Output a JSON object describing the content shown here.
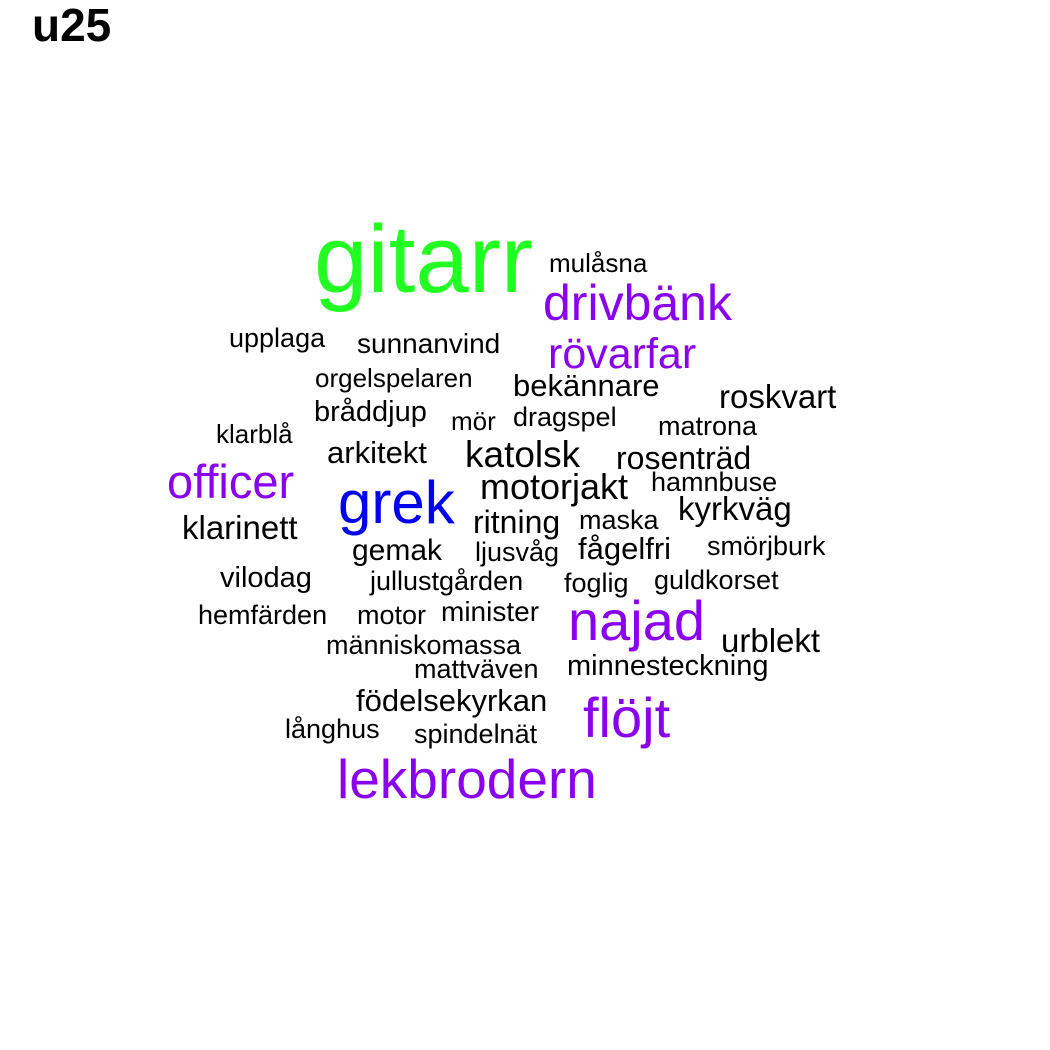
{
  "title": "u25",
  "colors": {
    "green": "#22ff22",
    "blue": "#0000ee",
    "purple": "#8a00ee",
    "black": "#000000"
  },
  "words": [
    {
      "text": "gitarr",
      "color": "green"
    },
    {
      "text": "mulåsna",
      "color": "black"
    },
    {
      "text": "drivbänk",
      "color": "purple"
    },
    {
      "text": "upplaga",
      "color": "black"
    },
    {
      "text": "sunnanvind",
      "color": "black"
    },
    {
      "text": "rövarfar",
      "color": "purple"
    },
    {
      "text": "orgelspelaren",
      "color": "black"
    },
    {
      "text": "bekännare",
      "color": "black"
    },
    {
      "text": "roskvart",
      "color": "black"
    },
    {
      "text": "bråddjup",
      "color": "black"
    },
    {
      "text": "mör",
      "color": "black"
    },
    {
      "text": "dragspel",
      "color": "black"
    },
    {
      "text": "klarblå",
      "color": "black"
    },
    {
      "text": "matrona",
      "color": "black"
    },
    {
      "text": "arkitekt",
      "color": "black"
    },
    {
      "text": "katolsk",
      "color": "black"
    },
    {
      "text": "rosenträd",
      "color": "black"
    },
    {
      "text": "officer",
      "color": "purple"
    },
    {
      "text": "grek",
      "color": "blue"
    },
    {
      "text": "motorjakt",
      "color": "black"
    },
    {
      "text": "hamnbuse",
      "color": "black"
    },
    {
      "text": "kyrkväg",
      "color": "black"
    },
    {
      "text": "klarinett",
      "color": "black"
    },
    {
      "text": "ritning",
      "color": "black"
    },
    {
      "text": "maska",
      "color": "black"
    },
    {
      "text": "gemak",
      "color": "black"
    },
    {
      "text": "ljusvåg",
      "color": "black"
    },
    {
      "text": "fågelfri",
      "color": "black"
    },
    {
      "text": "smörjburk",
      "color": "black"
    },
    {
      "text": "vilodag",
      "color": "black"
    },
    {
      "text": "jullustgården",
      "color": "black"
    },
    {
      "text": "foglig",
      "color": "black"
    },
    {
      "text": "guldkorset",
      "color": "black"
    },
    {
      "text": "hemfärden",
      "color": "black"
    },
    {
      "text": "motor",
      "color": "black"
    },
    {
      "text": "minister",
      "color": "black"
    },
    {
      "text": "najad",
      "color": "purple"
    },
    {
      "text": "urblekt",
      "color": "black"
    },
    {
      "text": "människomassa",
      "color": "black"
    },
    {
      "text": "mattväven",
      "color": "black"
    },
    {
      "text": "minnesteckning",
      "color": "black"
    },
    {
      "text": "födelsekyrkan",
      "color": "black"
    },
    {
      "text": "flöjt",
      "color": "purple"
    },
    {
      "text": "långhus",
      "color": "black"
    },
    {
      "text": "spindelnät",
      "color": "black"
    },
    {
      "text": "lekbrodern",
      "color": "purple"
    }
  ]
}
